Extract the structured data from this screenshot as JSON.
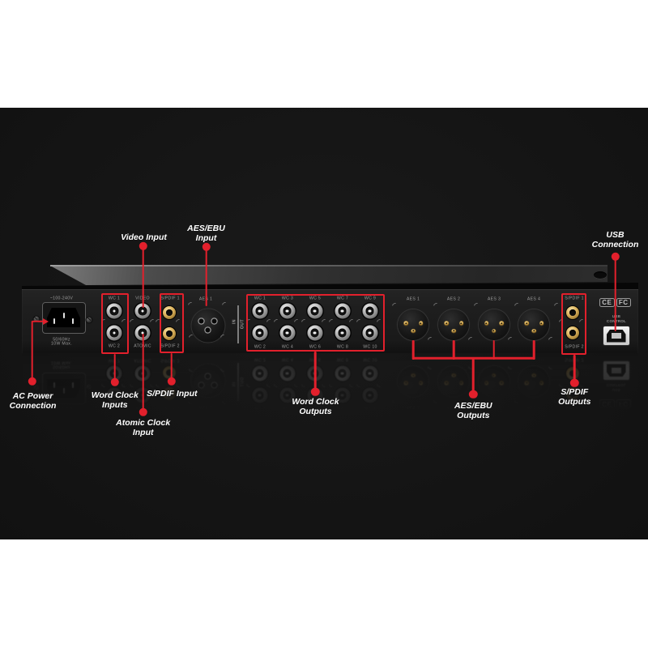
{
  "device": {
    "power": {
      "voltage": "~100-240V",
      "freq": "50/60Hz",
      "watt": "10W Max."
    },
    "inputs": {
      "wc_labels": [
        "WC 1",
        "WC 2"
      ],
      "video_label": "VIDEO",
      "atomic_label": "ATOMIC",
      "spdif_labels": [
        "S/PDIF 1",
        "S/PDIF 2"
      ],
      "aes_label": "AES 1"
    },
    "io": {
      "in": "IN",
      "out": "OUT"
    },
    "outputs": {
      "wc_top": [
        "WC 1",
        "WC 3",
        "WC 5",
        "WC 7",
        "WC 9"
      ],
      "wc_bottom": [
        "WC 2",
        "WC 4",
        "WC 6",
        "WC 8",
        "WC 10"
      ],
      "aes": [
        "AES 1",
        "AES 2",
        "AES 3",
        "AES 4"
      ],
      "spdif": [
        "S/PDIF 1",
        "S/PDIF 2"
      ]
    },
    "usb": {
      "line1": "USB",
      "line2": "CONTROL"
    },
    "certs": [
      "CE",
      "FC"
    ]
  },
  "callouts": {
    "video": {
      "lines": [
        "Video Input"
      ]
    },
    "aes_in": {
      "lines": [
        "AES/EBU",
        "Input"
      ]
    },
    "usb": {
      "lines": [
        "USB",
        "Connection"
      ]
    },
    "ac": {
      "lines": [
        "AC Power",
        "Connection"
      ]
    },
    "wc_in": {
      "lines": [
        "Word Clock",
        "Inputs"
      ]
    },
    "spdif_in": {
      "lines": [
        "S/PDIF Input"
      ]
    },
    "atomic": {
      "lines": [
        "Atomic Clock",
        "Input"
      ]
    },
    "wc_out": {
      "lines": [
        "Word Clock",
        "Outputs"
      ]
    },
    "aes_out": {
      "lines": [
        "AES/EBU",
        "Outputs"
      ]
    },
    "spdif_out": {
      "lines": [
        "S/PDIF",
        "Outputs"
      ]
    }
  },
  "colors": {
    "callout_red": "#e2202c",
    "rca_gold": "#dcb25c",
    "background": "#151515"
  }
}
